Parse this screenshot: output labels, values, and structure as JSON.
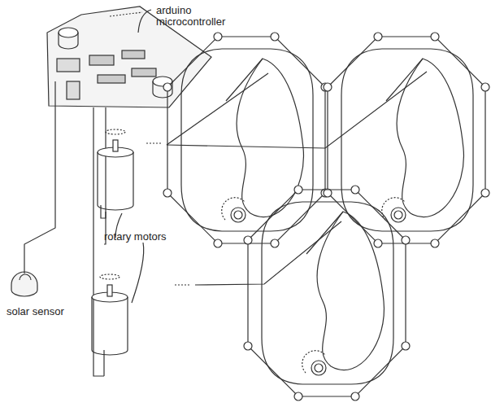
{
  "diagram": {
    "labels": [
      "arduino microcontroller",
      "solar sensor",
      "rotary motors"
    ]
  }
}
